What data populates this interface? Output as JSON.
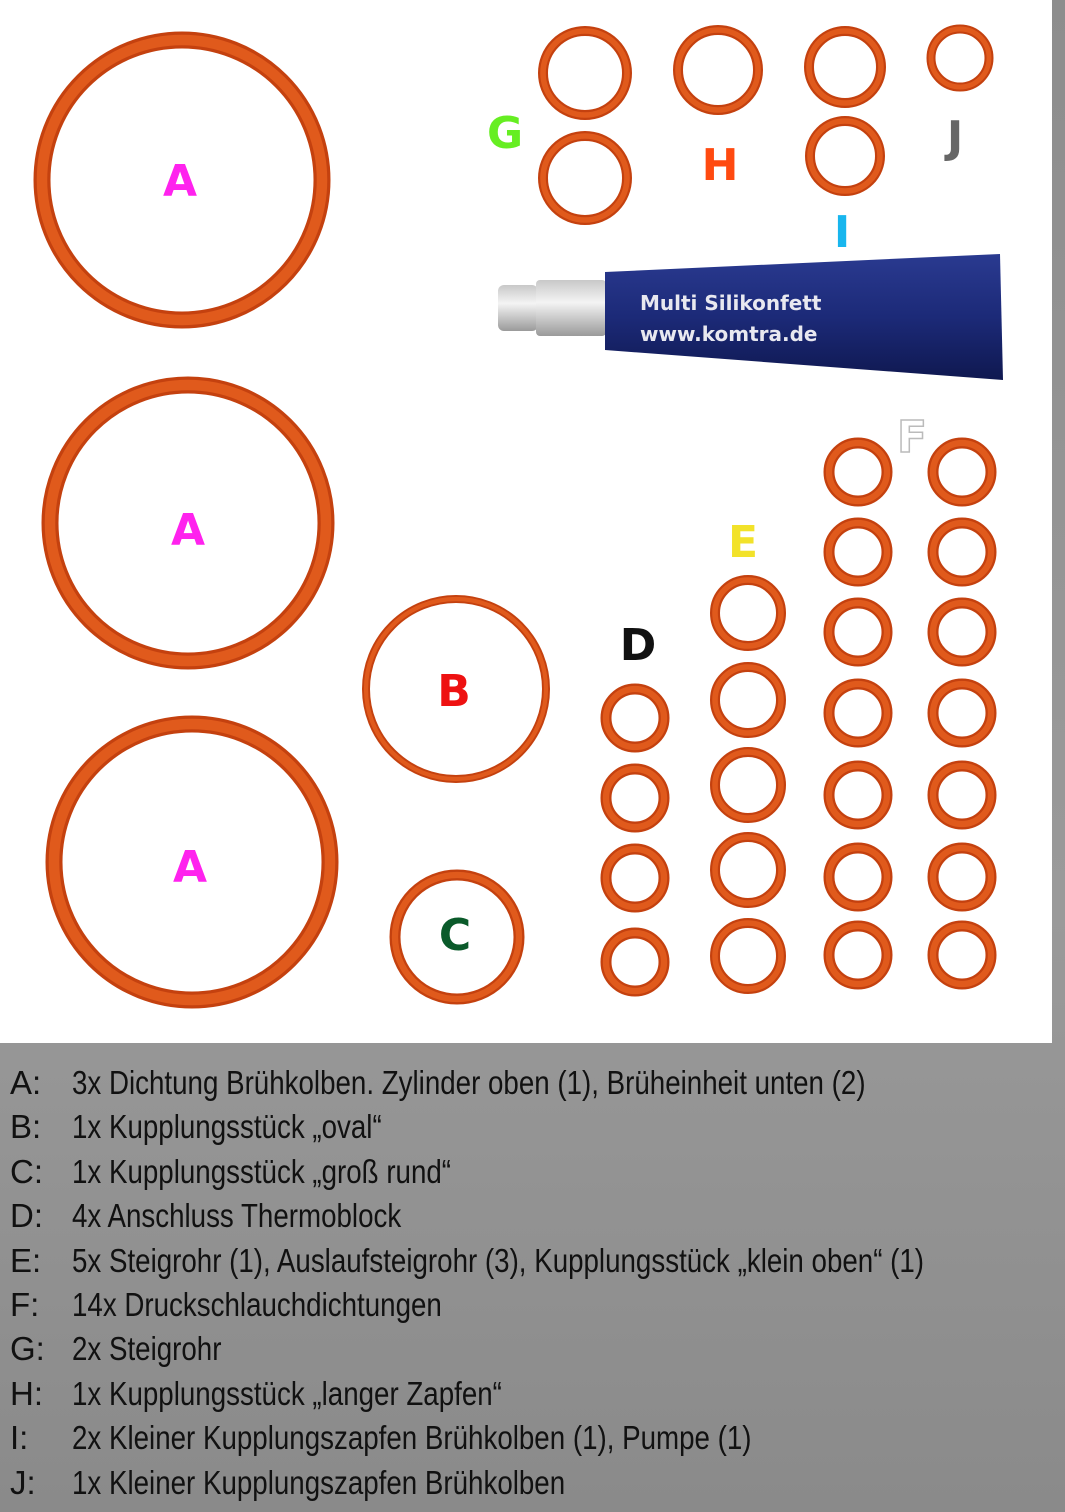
{
  "tube": {
    "line1": "Multi Silikonfett",
    "line2": "www.komtra.de"
  },
  "labels": {
    "A": "A",
    "B": "B",
    "C": "C",
    "D": "D",
    "E": "E",
    "F": "F",
    "G": "G",
    "H": "H",
    "I": "I",
    "J": "J"
  },
  "colors": {
    "ring": "#e05a1c",
    "A": "#ff22ee",
    "B": "#ee1111",
    "C": "#0a5a2a",
    "D": "#111111",
    "E": "#f2e22a",
    "F": "#ffffff",
    "G": "#66ee22",
    "H": "#ff4a10",
    "I": "#18b6ee",
    "J": "#666666",
    "tube": "#1c2a78"
  },
  "legend": [
    {
      "key": "A:",
      "text": "3x Dichtung Brühkolben. Zylinder oben (1), Brüheinheit unten (2)"
    },
    {
      "key": "B:",
      "text": "1x Kupplungsstück „oval“"
    },
    {
      "key": "C:",
      "text": "1x Kupplungsstück „groß rund“"
    },
    {
      "key": "D:",
      "text": "4x Anschluss Thermoblock"
    },
    {
      "key": "E:",
      "text": "5x Steigrohr (1), Auslaufsteigrohr (3), Kupplungsstück „klein oben“ (1)"
    },
    {
      "key": "F:",
      "text": "14x Druckschlauchdichtungen"
    },
    {
      "key": "G:",
      "text": "2x Steigrohr"
    },
    {
      "key": "H:",
      "text": "1x Kupplungsstück „langer Zapfen“"
    },
    {
      "key": "I:",
      "text": "2x Kleiner Kupplungszapfen Brühkolben (1), Pumpe (1)"
    },
    {
      "key": "J:",
      "text": "1x Kleiner Kupplungszapfen Brühkolben"
    }
  ]
}
